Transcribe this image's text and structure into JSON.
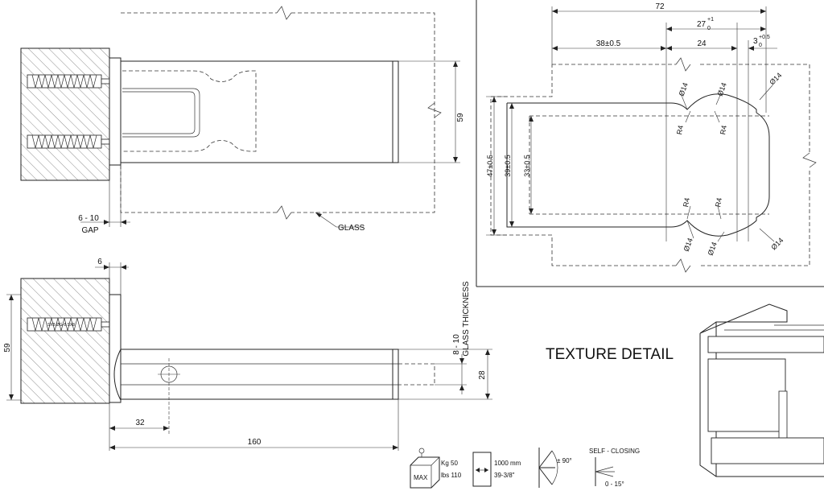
{
  "top_view": {
    "gap_value": "6 - 10",
    "gap_label": "GAP",
    "height_dim": "59",
    "glass_label": "GLASS"
  },
  "side_view": {
    "wall_dim": "6",
    "height_dim": "59",
    "glass_range": "8 - 10",
    "glass_label": "GLASS THICKNESS",
    "thickness_dim": "28",
    "offset_dim": "32",
    "length_dim": "160",
    "anchor_text": "SX8 ØG-8 SX8"
  },
  "cutout_detail": {
    "overall_width": "72",
    "slot_width_base": "27",
    "slot_width_tol_upper": "+1",
    "slot_width_tol_lower": "0",
    "offset_dim": "38±0.5",
    "inner_width": "24",
    "edge_base": "3",
    "edge_tol_upper": "+0.5",
    "edge_tol_lower": "0",
    "hole_dia_1": "Ø14",
    "hole_dia_2": "Ø14",
    "hole_dia_3": "Ø14",
    "hole_dia_4": "Ø14",
    "hole_dia_5": "Ø14",
    "hole_dia_6": "Ø14",
    "radius_1": "R4",
    "radius_2": "R4",
    "radius_3": "R4",
    "radius_4": "R4",
    "height_outer": "47±0.5",
    "height_mid": "39±0.5",
    "height_inner": "33±0.5"
  },
  "texture": {
    "title": "TEXTURE DETAIL"
  },
  "specs": {
    "max_label": "MAX",
    "weight_kg": "Kg 50",
    "weight_lbs": "lbs 110",
    "door_width_mm": "1000 mm",
    "door_width_in": "39-3/8\"",
    "rotation": "± 90°",
    "self_closing": "SELF - CLOSING",
    "closing_range": "0 - 15°"
  }
}
